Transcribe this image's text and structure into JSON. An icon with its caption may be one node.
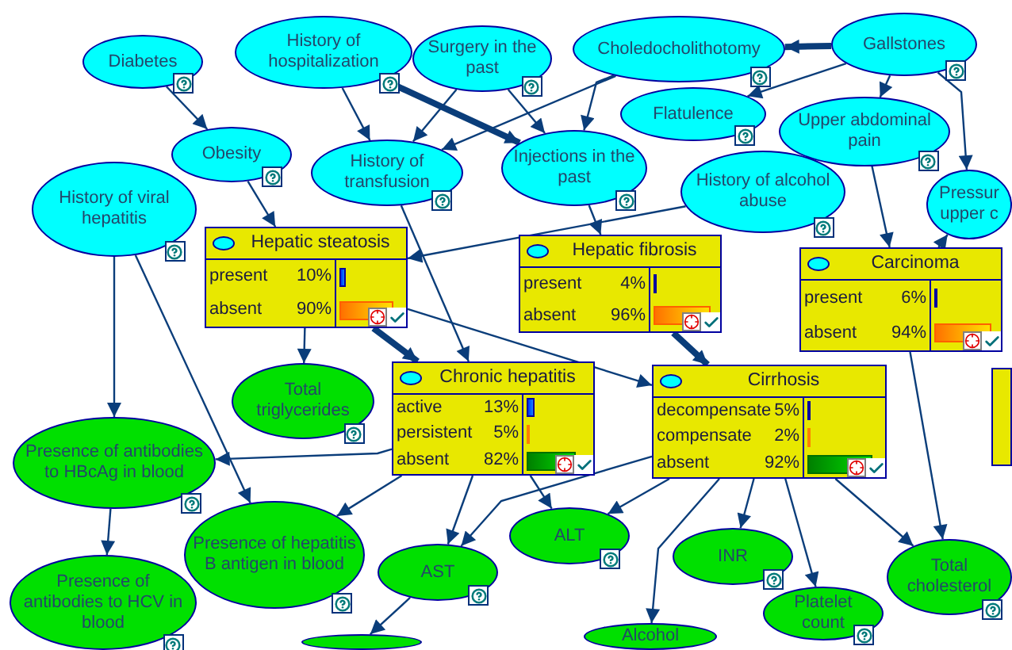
{
  "diagram": {
    "nodes": [
      {
        "text": [
          "Diabetes"
        ]
      },
      {
        "text": [
          "History of hospitalization"
        ]
      },
      {
        "text": [
          "Surgery in the past"
        ]
      },
      {
        "text": [
          "Choledocholithotomy"
        ]
      },
      {
        "text": [
          "Gallstones"
        ]
      },
      {
        "text": [
          "Obesity"
        ]
      },
      {
        "text": [
          "History of transfusion"
        ]
      },
      {
        "text": [
          "Injections in the past"
        ]
      },
      {
        "text": [
          "Flatulence"
        ]
      },
      {
        "text": [
          "Upper abdominal pain"
        ]
      },
      {
        "text": [
          "History of viral hepatitis"
        ]
      },
      {
        "text": [
          "History of alcohol abuse"
        ]
      },
      {
        "text": [
          "Pressur upper c"
        ]
      },
      {
        "text": [
          "Hepatic steatosis",
          "present",
          "10%",
          "absent",
          "90%"
        ]
      },
      {
        "text": [
          "Hepatic fibrosis",
          "present",
          "4%",
          "absent",
          "96%"
        ]
      },
      {
        "text": [
          "Carcinoma",
          "present",
          "6%",
          "absent",
          "94%"
        ]
      },
      {
        "text": [
          "Chronic hepatitis",
          "active",
          "13%",
          "persistent",
          "5%",
          "absent",
          "82%"
        ]
      },
      {
        "text": [
          "Cirrhosis",
          "decompensate",
          "5%",
          "compensate",
          "2%",
          "absent",
          "92%"
        ]
      },
      {
        "text": [],
        "shape": "box"
      },
      {
        "text": [
          "Total triglycerides"
        ]
      },
      {
        "text": [
          "Presence of antibodies to HBcAg in blood"
        ]
      },
      {
        "text": [
          "Presence of hepatitis B antigen in blood"
        ]
      },
      {
        "text": [
          "Presence of antibodies to HCV in blood"
        ]
      },
      {
        "text": [
          "AST"
        ]
      },
      {
        "text": [
          "ALT"
        ]
      },
      {
        "text": [
          "INR"
        ]
      },
      {
        "text": [
          "Total cholesterol"
        ]
      },
      {
        "text": [
          "Platelet count"
        ]
      },
      {
        "text": [
          "Alcohol"
        ]
      },
      {
        "text": [],
        "shape": "ellipse"
      }
    ],
    "edges": [
      {
        "from": 0,
        "to": 5,
        "arrow": "to"
      },
      {
        "from": 5,
        "to": 13,
        "arrow": "to"
      },
      {
        "from": 1,
        "to": 6,
        "arrow": "to"
      },
      {
        "from": 1,
        "to": 7,
        "arrow": "to",
        "style": "thick"
      },
      {
        "from": 2,
        "to": 6,
        "arrow": "to"
      },
      {
        "from": 2,
        "to": 7,
        "arrow": "to"
      },
      {
        "from": 3,
        "to": 7,
        "arrow": "to"
      },
      {
        "from": 3,
        "to": 6,
        "arrow": "to"
      },
      {
        "from": 4,
        "to": 3,
        "arrow": "to",
        "style": "thick"
      },
      {
        "from": 4,
        "to": 8,
        "arrow": "to"
      },
      {
        "from": 4,
        "to": 9,
        "arrow": "to"
      },
      {
        "from": 4,
        "to": 12,
        "arrow": "to"
      },
      {
        "from": 10,
        "to": 20,
        "arrow": "to"
      },
      {
        "from": 10,
        "to": 21,
        "arrow": "to"
      },
      {
        "from": 11,
        "to": 13,
        "arrow": "to"
      },
      {
        "from": 6,
        "to": 16,
        "arrow": "to"
      },
      {
        "from": 7,
        "to": 14,
        "arrow": "to"
      },
      {
        "from": 13,
        "to": 19,
        "arrow": "to"
      },
      {
        "from": 13,
        "to": 16,
        "arrow": "to",
        "style": "thick"
      },
      {
        "from": 13,
        "to": 17,
        "arrow": "to"
      },
      {
        "from": 14,
        "to": 17,
        "arrow": "to",
        "style": "thick"
      },
      {
        "from": 15,
        "to": 12,
        "arrow": "to"
      },
      {
        "from": 9,
        "to": 15,
        "arrow": "to"
      },
      {
        "from": 16,
        "to": 20,
        "arrow": "to"
      },
      {
        "from": 16,
        "to": 21,
        "arrow": "to"
      },
      {
        "from": 16,
        "to": 23,
        "arrow": "to"
      },
      {
        "from": 16,
        "to": 24,
        "arrow": "to"
      },
      {
        "from": 17,
        "to": 23,
        "arrow": "to"
      },
      {
        "from": 17,
        "to": 24,
        "arrow": "to"
      },
      {
        "from": 17,
        "to": 25,
        "arrow": "to"
      },
      {
        "from": 17,
        "to": 27,
        "arrow": "to"
      },
      {
        "from": 17,
        "to": 26,
        "arrow": "to"
      },
      {
        "from": 17,
        "to": 28,
        "arrow": "to"
      },
      {
        "from": 15,
        "to": 26,
        "arrow": "to"
      },
      {
        "from": 20,
        "to": 22,
        "arrow": "to"
      },
      {
        "from": 23,
        "to": 29,
        "arrow": "to"
      }
    ]
  }
}
